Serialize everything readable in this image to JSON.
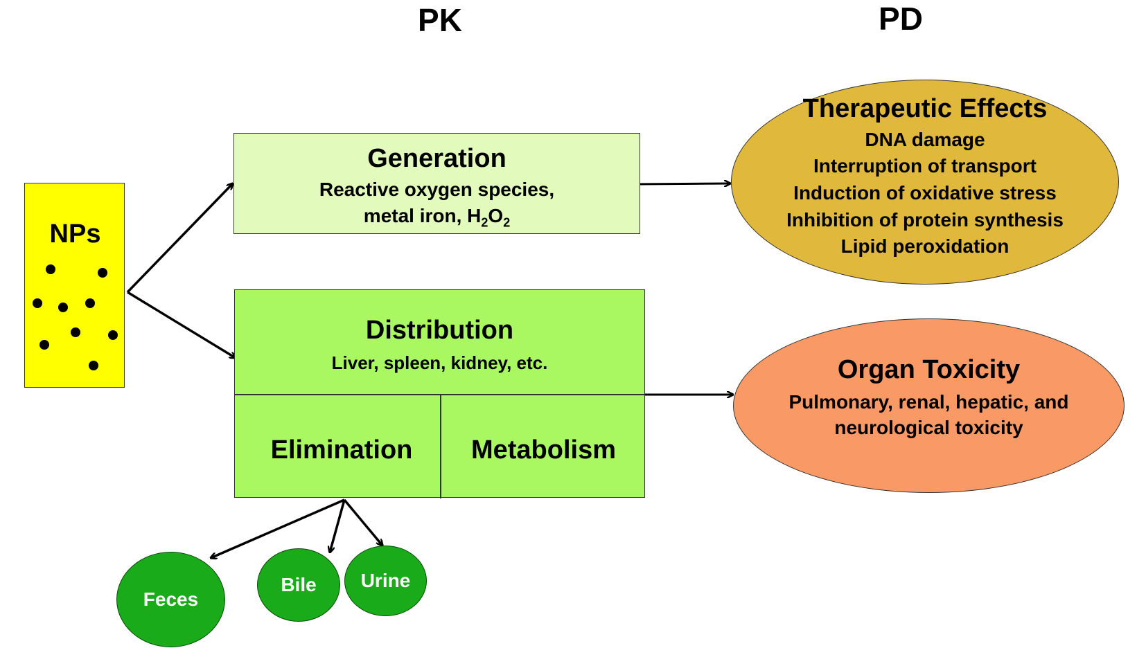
{
  "headers": {
    "pk": "PK",
    "pd": "PD"
  },
  "nps": {
    "label": "NPs",
    "fill": "#ffff00"
  },
  "generation": {
    "title": "Generation",
    "line1": "Reactive oxygen species,",
    "line2_prefix": "metal iron, H",
    "sub1": "2",
    "mid": "O",
    "sub2": "2",
    "fill": "#e2fbbd"
  },
  "distribution": {
    "title": "Distribution",
    "subtitle": "Liver, spleen, kidney, etc.",
    "fill": "#aaf861"
  },
  "elimination": {
    "label": "Elimination"
  },
  "metabolism": {
    "label": "Metabolism"
  },
  "therapeutic": {
    "title": "Therapeutic Effects",
    "items": [
      "DNA damage",
      "Interruption of transport",
      "Induction of oxidative stress",
      "Inhibition of protein synthesis",
      "Lipid peroxidation"
    ],
    "fill": "#e0b93c"
  },
  "toxicity": {
    "title": "Organ Toxicity",
    "line1": "Pulmonary, renal, hepatic, and",
    "line2": "neurological toxicity",
    "fill": "#f99a66"
  },
  "excretion": {
    "feces": "Feces",
    "bile": "Bile",
    "urine": "Urine",
    "fill": "#1aab1a"
  }
}
